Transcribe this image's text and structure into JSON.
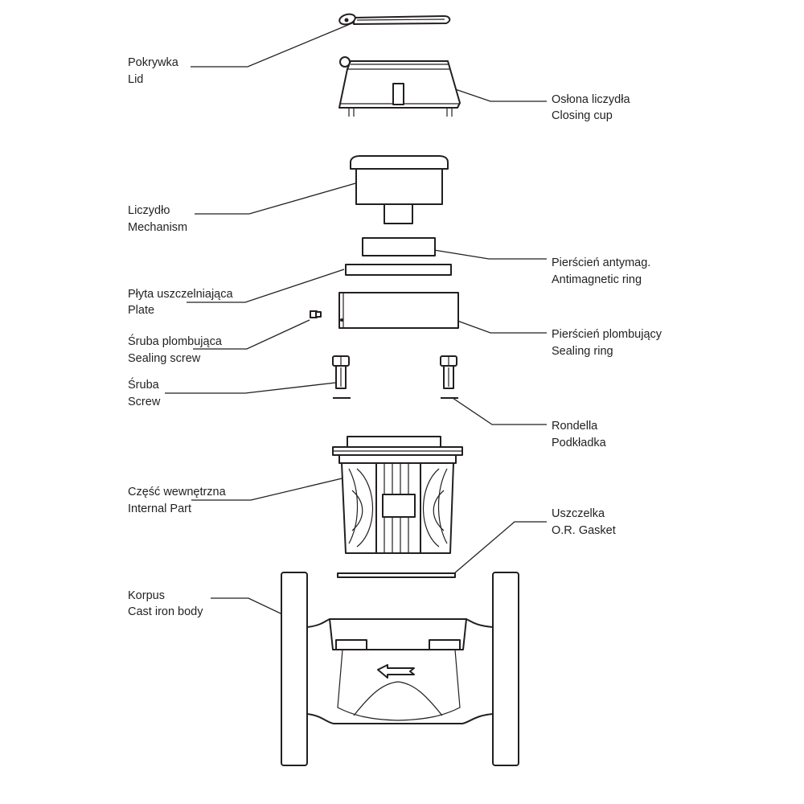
{
  "labels": {
    "lid": {
      "pl": "Pokrywka",
      "en": "Lid"
    },
    "closing_cup": {
      "pl": "Osłona liczydła",
      "en": "Closing cup"
    },
    "mechanism": {
      "pl": "Liczydło",
      "en": "Mechanism"
    },
    "antimagnetic_ring": {
      "pl": "Pierścień antymag.",
      "en": "Antimagnetic ring"
    },
    "plate": {
      "pl": "Płyta uszczelniająca",
      "en": "Plate"
    },
    "sealing_screw": {
      "pl": "Śruba plombująca",
      "en": "Sealing screw"
    },
    "sealing_ring": {
      "pl": "Pierścień plombujący",
      "en": "Sealing ring"
    },
    "screw": {
      "pl": "Śruba",
      "en": "Screw"
    },
    "washer": {
      "pl": "Rondella",
      "en": "Podkładka"
    },
    "internal_part": {
      "pl": "Część wewnętrzna",
      "en": "Internal Part"
    },
    "gasket": {
      "pl": "Uszczelka",
      "en": "O.R. Gasket"
    },
    "body": {
      "pl": "Korpus",
      "en": "Cast iron body"
    }
  },
  "colors": {
    "ink": "#231f20",
    "background": "#ffffff"
  }
}
